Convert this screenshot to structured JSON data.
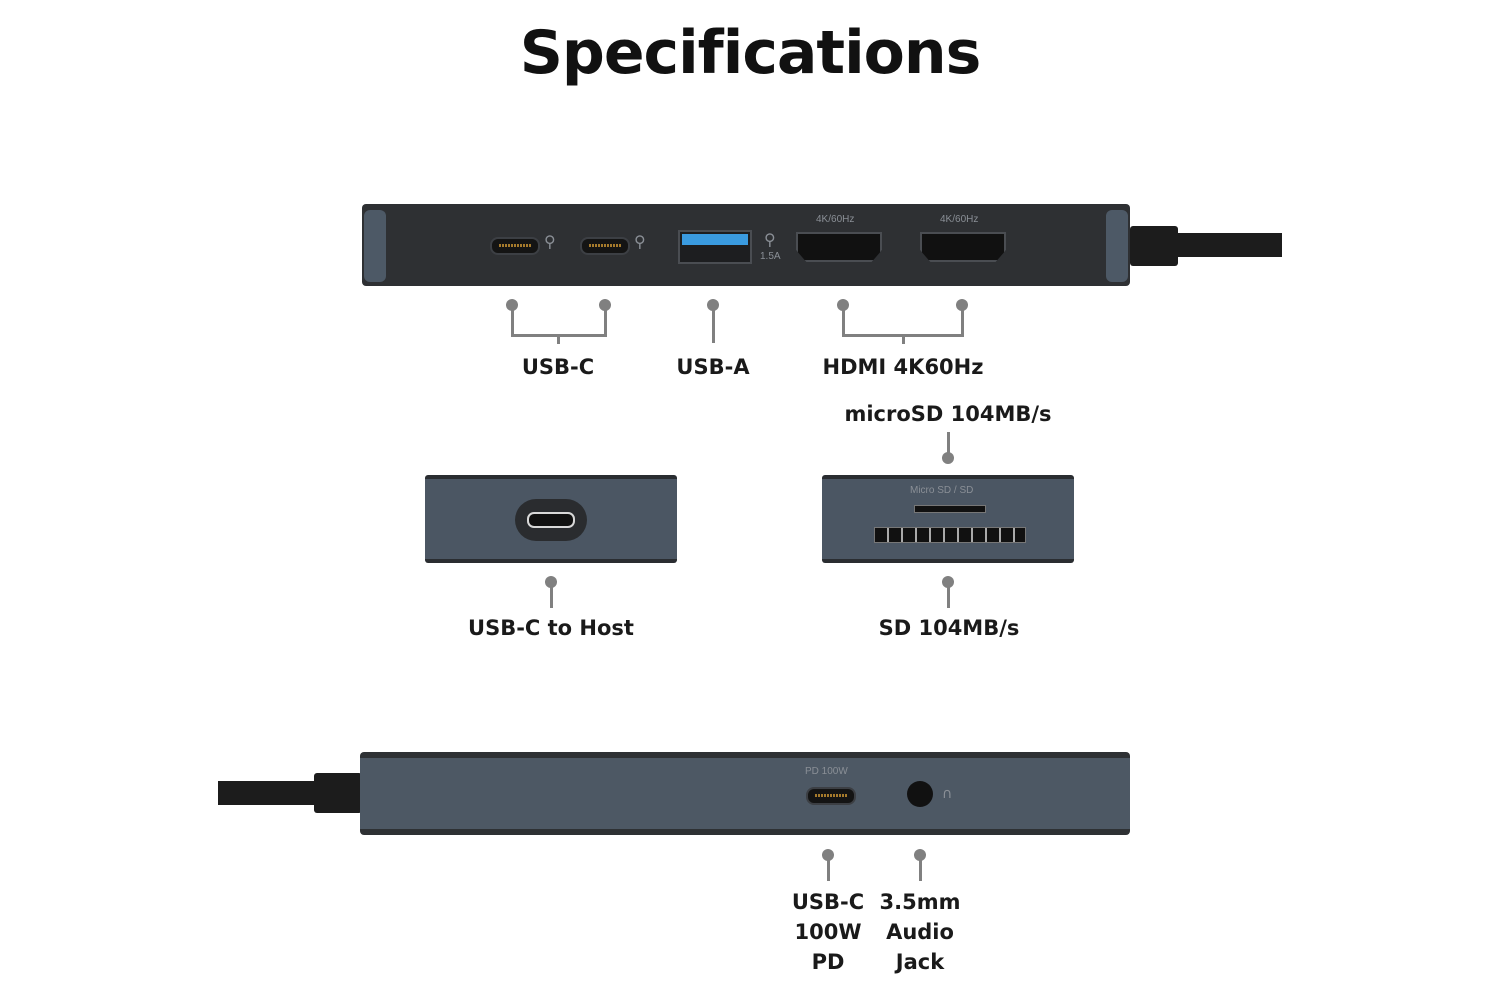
{
  "title": "Specifications",
  "top_device": {
    "hdmi_marks": [
      "4K/60Hz",
      "4K/60Hz"
    ],
    "usba_mark": "1.5A"
  },
  "labels": {
    "usb_c": "USB-C",
    "usb_a": "USB-A",
    "hdmi": "HDMI 4K60Hz",
    "microsd": "microSD 104MB/s",
    "host": "USB-C to Host",
    "sd": "SD 104MB/s",
    "pd": [
      "USB-C",
      "100W",
      "PD"
    ],
    "audio": [
      "3.5mm",
      "Audio",
      "Jack"
    ]
  },
  "card_device": {
    "mark": "Micro SD / SD"
  },
  "bottom_device": {
    "mark": "PD 100W"
  },
  "colors": {
    "dark_body": "#2e3033",
    "slate_body": "#4b5663",
    "line": "#808080"
  }
}
